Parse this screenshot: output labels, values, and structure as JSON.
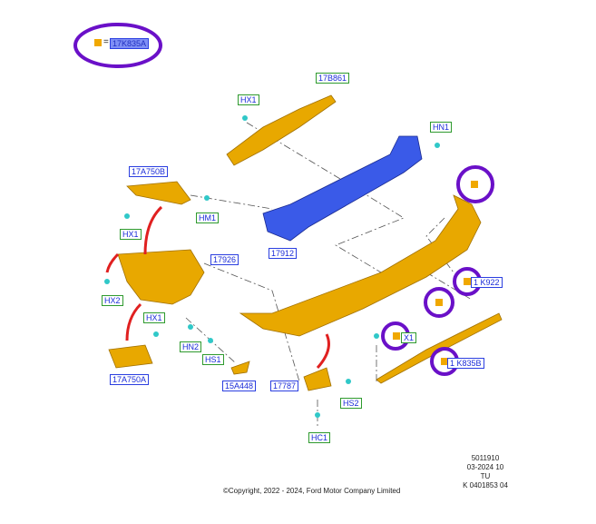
{
  "legend": {
    "equals": "=",
    "part": "17K835A"
  },
  "labels": {
    "p17B861": "17B861",
    "hx1a": "HX1",
    "hn1": "HN1",
    "p17A750B": "17A750B",
    "hm1": "HM1",
    "hx1b": "HX1",
    "p17926": "17926",
    "p17912": "17912",
    "hx2": "HX2",
    "hx1c": "HX1",
    "p17A750A": "17A750A",
    "hn2": "HN2",
    "hs1": "HS1",
    "p15A448": "15A448",
    "p17787": "17787",
    "hs2": "HS2",
    "hc1": "HC1",
    "pK922": "1 K922",
    "hx1d": "X1",
    "pK835B": "1 K835B"
  },
  "footer": {
    "id": "5011910",
    "date": "03-2024 10",
    "code": "TU",
    "ref": "K 0401853 04",
    "copyright": "©Copyright, 2022 - 2024, Ford Motor Company Limited"
  },
  "colors": {
    "bumper": "#e8a800",
    "beam": "#3050e0",
    "highlight": "#6a10c8",
    "fastener": "#30c8c8",
    "arrow": "#e02020"
  }
}
